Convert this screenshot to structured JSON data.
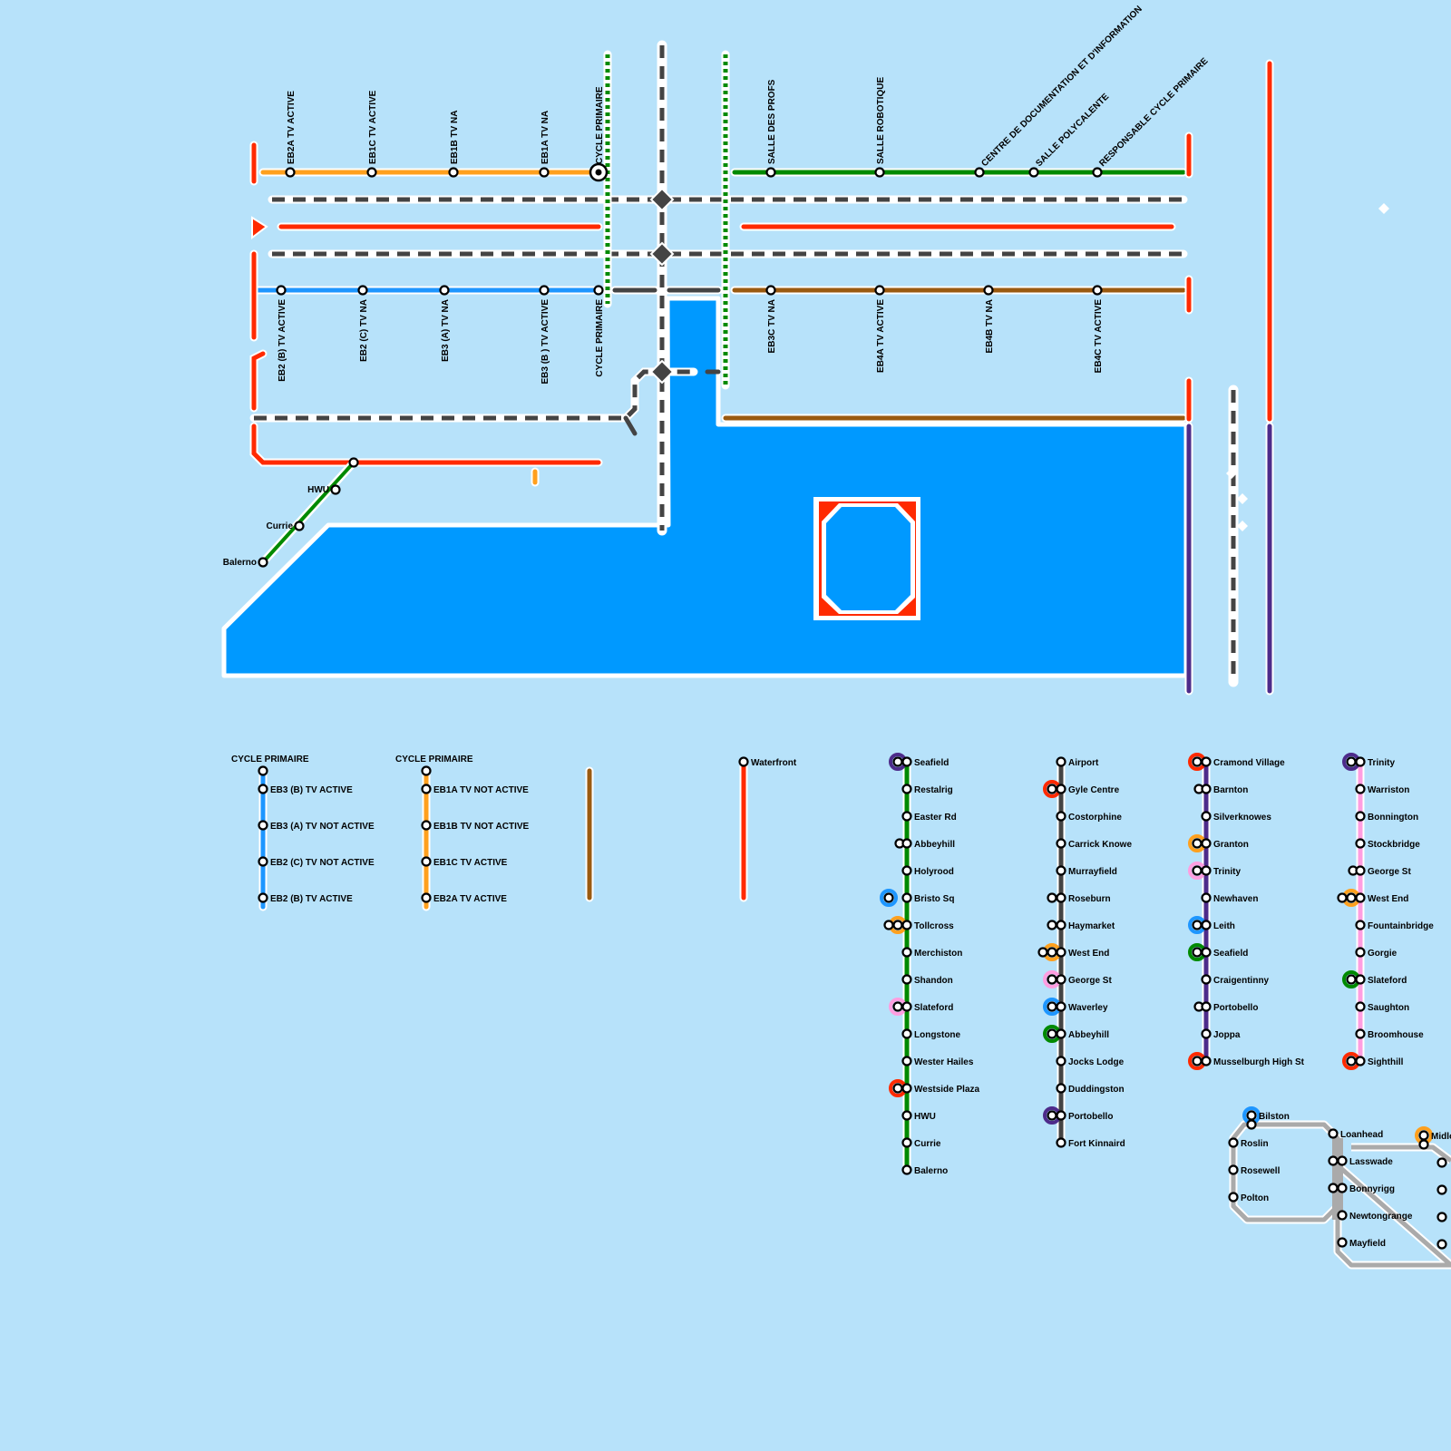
{
  "colors": {
    "background": "#b7e2fa",
    "water": "#0099ff",
    "red": "#ff2a00",
    "orange": "#ffa01e",
    "green": "#008a00",
    "blue": "#1e96ff",
    "brown": "#9a5a10",
    "grey_dashed": "#444444",
    "purple": "#4d2b8a",
    "pink": "#ff9ee0",
    "light_grey": "#aaaaaa"
  },
  "floor_plan": {
    "top_stations": [
      "EB2A TV ACTIVE",
      "EB1C TV ACTIVE",
      "EB1B TV NA",
      "EB1A TV NA",
      "CYCLE PRIMAIRE"
    ],
    "top_right_stations": [
      "SALLE DES PROFS",
      "SALLE ROBOTIQUE",
      "CENTRE DE DOCUMENTATION ET D'INFORMATION",
      "SALLE POLYCALENTE",
      "RESPONSABLE CYCLE PRIMAIRE"
    ],
    "mid_stations": [
      "EB2 (B) TV ACTIVE",
      "EB2 (C) TV NA",
      "EB3 (A) TV NA",
      "EB3 (B ) TV ACTIVE",
      "CYCLE PRIMAIRE"
    ],
    "mid_right_stations": [
      "EB3C TV NA",
      "EB4A TV ACTIVE",
      "EB4B TV NA",
      "EB4C TV ACTIVE"
    ],
    "southwest_stations": [
      "HWU",
      "Currie",
      "Balerno"
    ]
  },
  "lists": {
    "blue_header": "CYCLE PRIMAIRE",
    "blue": [
      "EB3 (B) TV  ACTIVE",
      "EB3 (A) TV NOT ACTIVE",
      "EB2 (C) TV NOT ACTIVE",
      "EB2 (B) TV ACTIVE"
    ],
    "orange_header": "CYCLE PRIMAIRE",
    "orange": [
      "EB1A TV NOT ACTIVE",
      "EB1B TV NOT ACTIVE",
      "EB1C TV ACTIVE",
      "EB2A TV ACTIVE"
    ],
    "red": [
      "Waterfront"
    ],
    "green": [
      "Seafield",
      "Restalrig",
      "Easter Rd",
      "Abbeyhill",
      "Holyrood",
      "Bristo Sq",
      "Tollcross",
      "Merchiston",
      "Shandon",
      "Slateford",
      "Longstone",
      "Wester Hailes",
      "Westside Plaza",
      "HWU",
      "Currie",
      "Balerno"
    ],
    "grey": [
      "Airport",
      "Gyle Centre",
      "Costorphine",
      "Carrick Knowe",
      "Murrayfield",
      "Roseburn",
      "Haymarket",
      "West End",
      "George St",
      "Waverley",
      "Abbeyhill",
      "Jocks Lodge",
      "Duddingston",
      "Portobello",
      "Fort Kinnaird"
    ],
    "purple": [
      "Cramond Village",
      "Barnton",
      "Silverknowes",
      "Granton",
      "Trinity",
      "Newhaven",
      "Leith",
      "Seafield",
      "Craigentinny",
      "Portobello",
      "Joppa",
      "Musselburgh High St"
    ],
    "pink": [
      "Trinity",
      "Warriston",
      "Bonnington",
      "Stockbridge",
      "George St",
      "West End",
      "Fountainbridge",
      "Gorgie",
      "Slateford",
      "Saughton",
      "Broomhouse",
      "Sighthill"
    ],
    "loop_left": [
      "Bilston",
      "Roslin",
      "Rosewell",
      "Polton"
    ],
    "loop_right": [
      "Loanhead",
      "Lasswade",
      "Bonnyrigg",
      "Newtongrange",
      "Mayfield"
    ],
    "loop_right_partial": "Midlo"
  }
}
